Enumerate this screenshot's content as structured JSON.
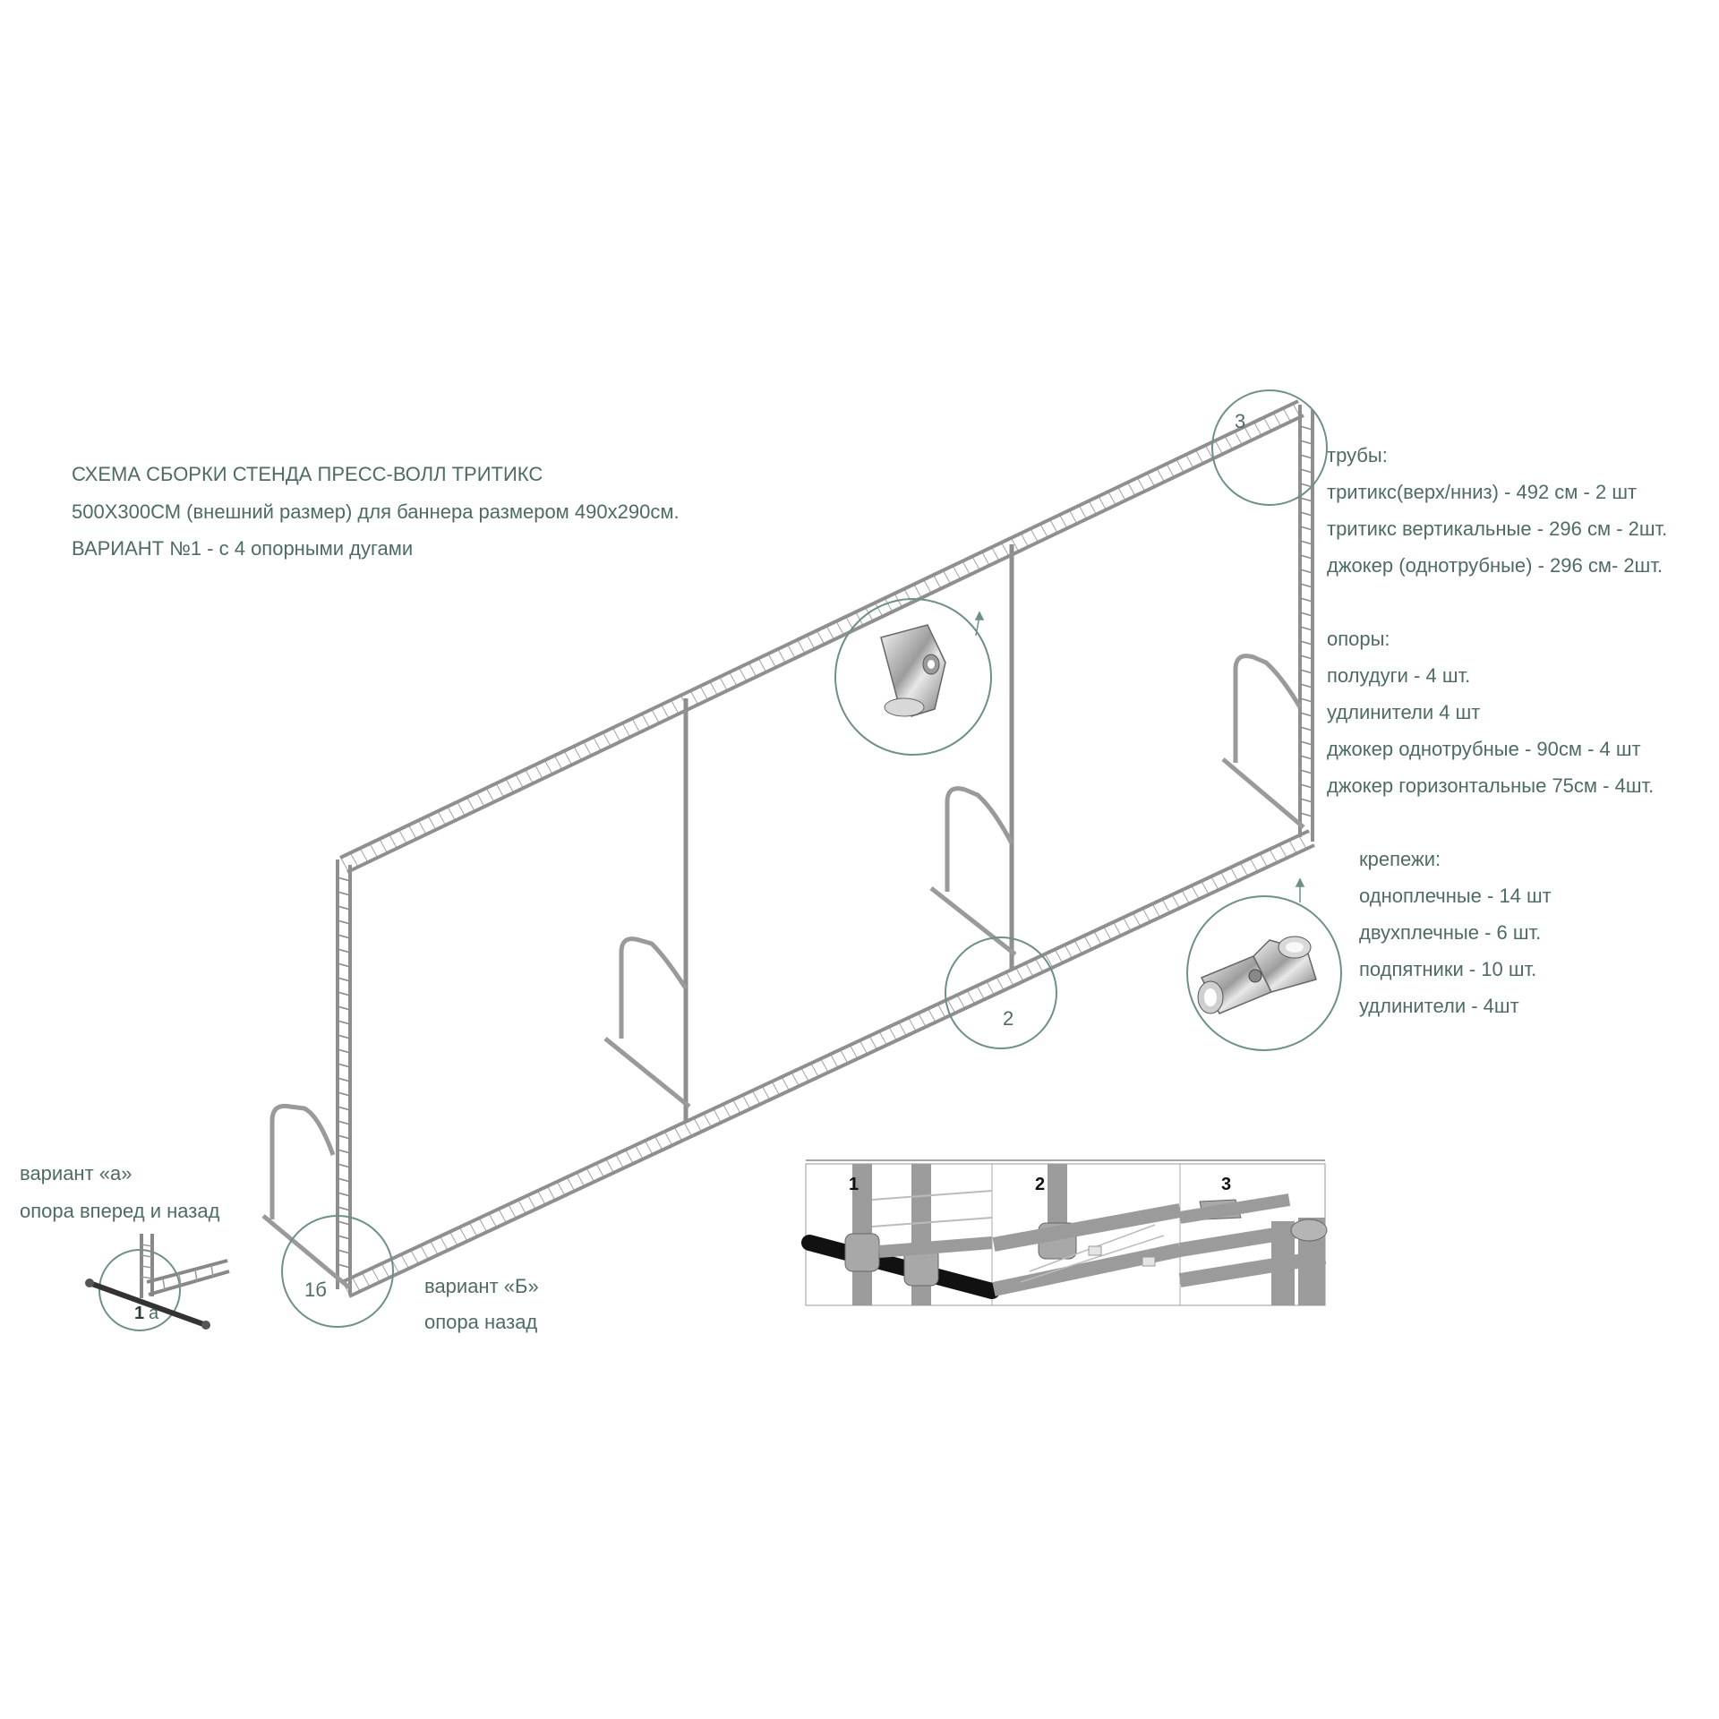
{
  "header": {
    "line1": "СХЕМА СБОРКИ СТЕНДА ПРЕСС-ВОЛЛ ТРИТИКС",
    "line2": "500Х300СМ (внешний размер) для баннера размером 490х290см.",
    "line3": "ВАРИАНТ №1 - с 4 опорными дугами"
  },
  "specs": {
    "pipes": {
      "heading": "трубы:",
      "items": [
        "тритикс(верх/нниз) - 492 см - 2 шт",
        "тритикс вертикальные - 296 см - 2шт.",
        "джокер (однотрубные) - 296 см- 2шт."
      ]
    },
    "supports": {
      "heading": "опоры:",
      "items": [
        "полудуги - 4 шт.",
        "удлинители 4 шт",
        "джокер однотрубные  - 90см - 4 шт",
        "джокер горизонтальные 75см - 4шт."
      ]
    },
    "fasteners": {
      "heading": "крепежи:",
      "items": [
        "одноплечные - 14 шт",
        "двухплечные - 6 шт.",
        "подпятники - 10 шт.",
        "удлинители - 4шт"
      ]
    }
  },
  "variants": {
    "a": {
      "title": "вариант «а»",
      "desc": "опора вперед и назад",
      "marker_num": "1",
      "marker_letter": "а"
    },
    "b": {
      "title": "вариант «Б»",
      "desc": "опора назад",
      "marker": "1б"
    }
  },
  "callouts": {
    "c2": "2",
    "c3": "3"
  },
  "detail_panels": [
    "1",
    "2",
    "3"
  ],
  "colors": {
    "text": "#4e6b66",
    "circle": "#6f8f89",
    "frame": "#9a9a9a",
    "frame_dark": "#6e6e6e"
  }
}
